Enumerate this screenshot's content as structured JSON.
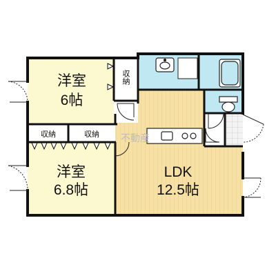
{
  "rooms": {
    "western_room_a": {
      "name": "洋室",
      "size": "6帖"
    },
    "western_room_b": {
      "name": "洋室",
      "size": "6.8帖"
    },
    "ldk": {
      "name": "LDK",
      "size": "12.5帖"
    }
  },
  "closets": {
    "label": "収納"
  },
  "watermark": "不動産",
  "colors": {
    "bedroom_floor": "#fcf8cf",
    "ldk_floor": "#f6e0a3",
    "ldk_floor_line": "#e9cc86",
    "bath_fill": "#bfe8f2",
    "wall": "#111111",
    "closet_fill": "#ffffff",
    "kitchen_counter": "#ffffff"
  }
}
